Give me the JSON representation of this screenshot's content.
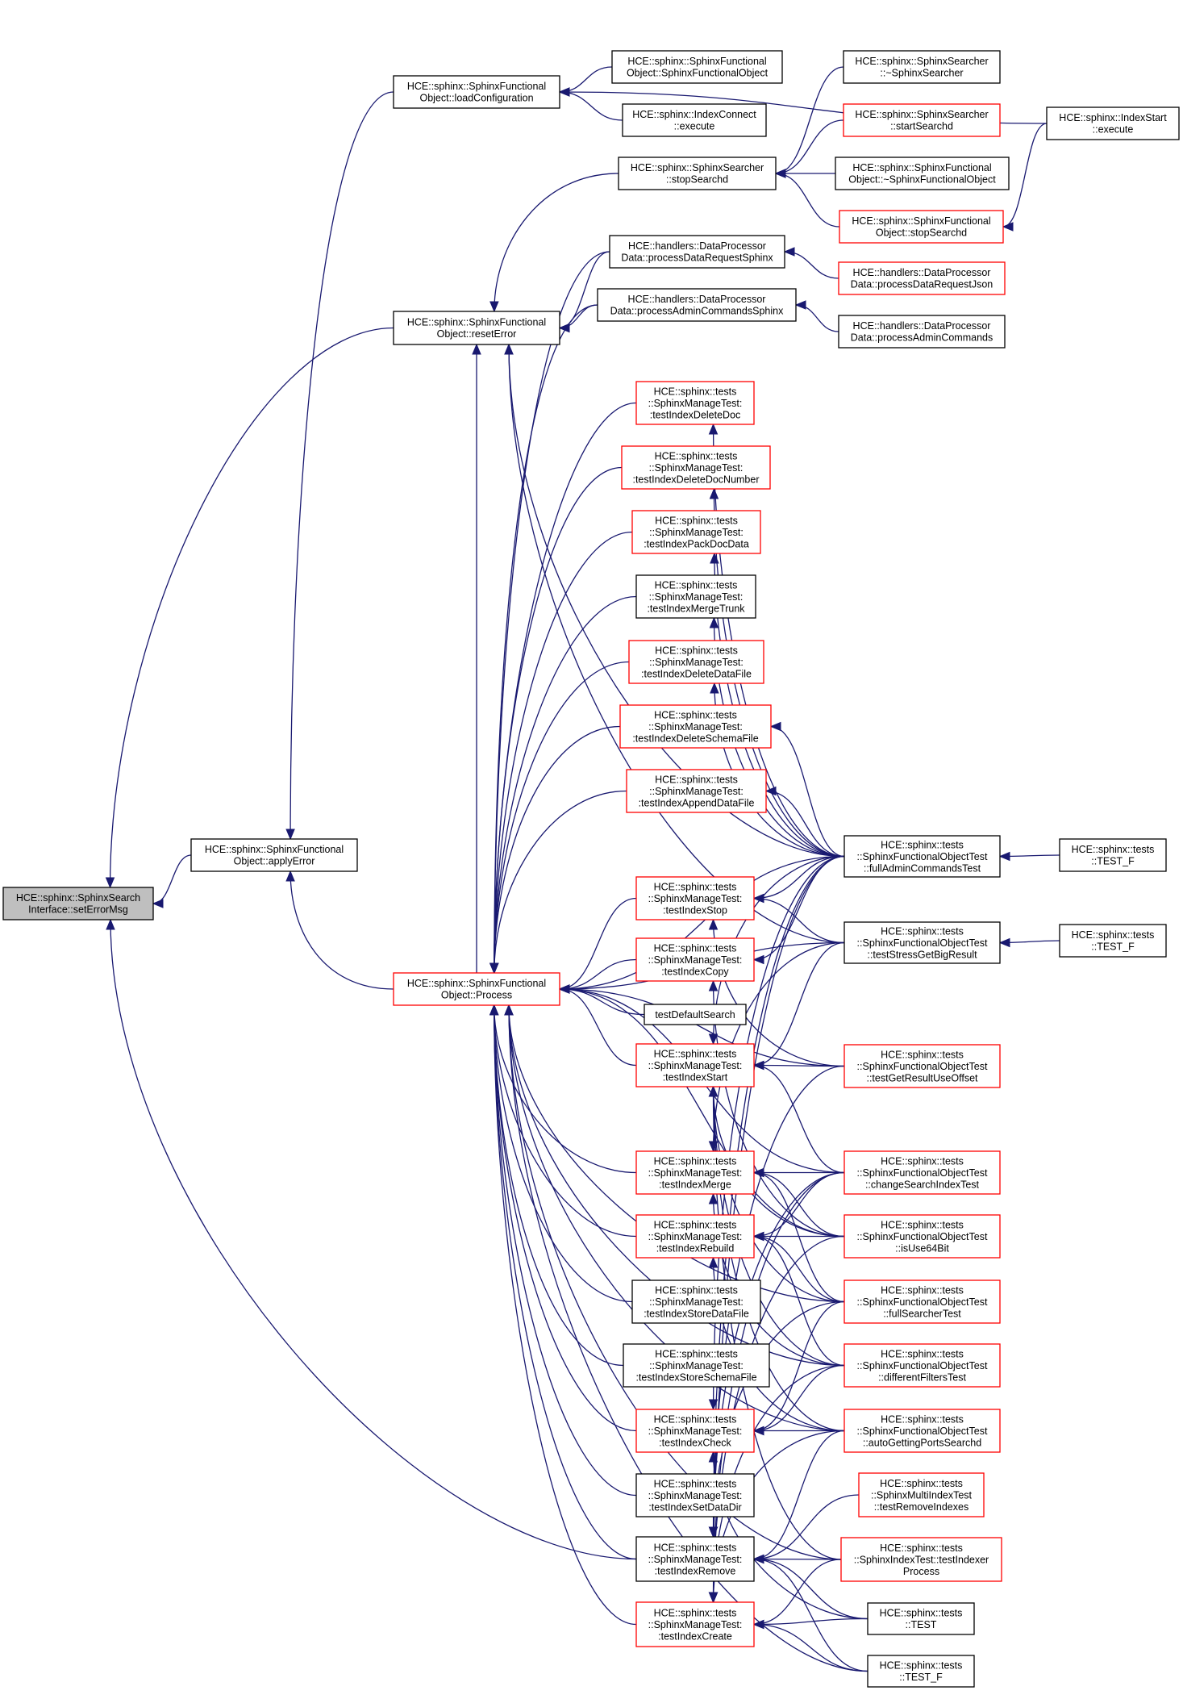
{
  "diagram": {
    "type": "doxygen-caller-graph",
    "colors": {
      "edge": "#191970",
      "border_default": "#000000",
      "border_truncated": "#ff0000",
      "root_fill": "#bfbfbf"
    },
    "nodes": [
      {
        "id": "setErrorMsg",
        "lines": [
          "HCE::sphinx::SphinxSearch",
          "Interface::setErrorMsg"
        ],
        "style": "root"
      },
      {
        "id": "applyError",
        "lines": [
          "HCE::sphinx::SphinxFunctional",
          "Object::applyError"
        ],
        "style": "normal"
      },
      {
        "id": "loadConfiguration",
        "lines": [
          "HCE::sphinx::SphinxFunctional",
          "Object::loadConfiguration"
        ],
        "style": "normal"
      },
      {
        "id": "resetError",
        "lines": [
          "HCE::sphinx::SphinxFunctional",
          "Object::resetError"
        ],
        "style": "normal"
      },
      {
        "id": "Process",
        "lines": [
          "HCE::sphinx::SphinxFunctional",
          "Object::Process"
        ],
        "style": "red"
      },
      {
        "id": "SFOctor",
        "lines": [
          "HCE::sphinx::SphinxFunctional",
          "Object::SphinxFunctionalObject"
        ],
        "style": "normal"
      },
      {
        "id": "IndexConnect",
        "lines": [
          "HCE::sphinx::IndexConnect",
          "::execute"
        ],
        "style": "normal"
      },
      {
        "id": "SSstopSearchd",
        "lines": [
          "HCE::sphinx::SphinxSearcher",
          "::stopSearchd"
        ],
        "style": "normal"
      },
      {
        "id": "pDRSphinx",
        "lines": [
          "HCE::handlers::DataProcessor",
          "Data::processDataRequestSphinx"
        ],
        "style": "normal"
      },
      {
        "id": "pACSphinx",
        "lines": [
          "HCE::handlers::DataProcessor",
          "Data::processAdminCommandsSphinx"
        ],
        "style": "normal"
      },
      {
        "id": "SSdtor",
        "lines": [
          "HCE::sphinx::SphinxSearcher",
          "::~SphinxSearcher"
        ],
        "style": "normal"
      },
      {
        "id": "startSearchd",
        "lines": [
          "HCE::sphinx::SphinxSearcher",
          "::startSearchd"
        ],
        "style": "red"
      },
      {
        "id": "SFOdtor",
        "lines": [
          "HCE::sphinx::SphinxFunctional",
          "Object::~SphinxFunctionalObject"
        ],
        "style": "normal"
      },
      {
        "id": "FOstopSearchd",
        "lines": [
          "HCE::sphinx::SphinxFunctional",
          "Object::stopSearchd"
        ],
        "style": "red"
      },
      {
        "id": "pDRJson",
        "lines": [
          "HCE::handlers::DataProcessor",
          "Data::processDataRequestJson"
        ],
        "style": "red"
      },
      {
        "id": "pAdminCmds",
        "lines": [
          "HCE::handlers::DataProcessor",
          "Data::processAdminCommands"
        ],
        "style": "normal"
      },
      {
        "id": "IndexStart",
        "lines": [
          "HCE::sphinx::IndexStart",
          "::execute"
        ],
        "style": "normal"
      },
      {
        "id": "tDeleteDoc",
        "lines": [
          "HCE::sphinx::tests",
          "::SphinxManageTest:",
          ":testIndexDeleteDoc"
        ],
        "style": "red"
      },
      {
        "id": "tDeleteDocNumber",
        "lines": [
          "HCE::sphinx::tests",
          "::SphinxManageTest:",
          ":testIndexDeleteDocNumber"
        ],
        "style": "red"
      },
      {
        "id": "tPackDocData",
        "lines": [
          "HCE::sphinx::tests",
          "::SphinxManageTest:",
          ":testIndexPackDocData"
        ],
        "style": "red"
      },
      {
        "id": "tMergeTrunk",
        "lines": [
          "HCE::sphinx::tests",
          "::SphinxManageTest:",
          ":testIndexMergeTrunk"
        ],
        "style": "normal"
      },
      {
        "id": "tDeleteDataFile",
        "lines": [
          "HCE::sphinx::tests",
          "::SphinxManageTest:",
          ":testIndexDeleteDataFile"
        ],
        "style": "red"
      },
      {
        "id": "tDeleteSchemaFile",
        "lines": [
          "HCE::sphinx::tests",
          "::SphinxManageTest:",
          ":testIndexDeleteSchemaFile"
        ],
        "style": "red"
      },
      {
        "id": "tAppendDataFile",
        "lines": [
          "HCE::sphinx::tests",
          "::SphinxManageTest:",
          ":testIndexAppendDataFile"
        ],
        "style": "red"
      },
      {
        "id": "tStop",
        "lines": [
          "HCE::sphinx::tests",
          "::SphinxManageTest:",
          ":testIndexStop"
        ],
        "style": "red"
      },
      {
        "id": "tCopy",
        "lines": [
          "HCE::sphinx::tests",
          "::SphinxManageTest:",
          ":testIndexCopy"
        ],
        "style": "red"
      },
      {
        "id": "tDefaultSearch",
        "lines": [
          "testDefaultSearch"
        ],
        "style": "normal"
      },
      {
        "id": "tStart",
        "lines": [
          "HCE::sphinx::tests",
          "::SphinxManageTest:",
          ":testIndexStart"
        ],
        "style": "red"
      },
      {
        "id": "tMerge",
        "lines": [
          "HCE::sphinx::tests",
          "::SphinxManageTest:",
          ":testIndexMerge"
        ],
        "style": "red"
      },
      {
        "id": "tRebuild",
        "lines": [
          "HCE::sphinx::tests",
          "::SphinxManageTest:",
          ":testIndexRebuild"
        ],
        "style": "red"
      },
      {
        "id": "tStoreDataFile",
        "lines": [
          "HCE::sphinx::tests",
          "::SphinxManageTest:",
          ":testIndexStoreDataFile"
        ],
        "style": "normal"
      },
      {
        "id": "tStoreSchemaFile",
        "lines": [
          "HCE::sphinx::tests",
          "::SphinxManageTest:",
          ":testIndexStoreSchemaFile"
        ],
        "style": "normal"
      },
      {
        "id": "tCheck",
        "lines": [
          "HCE::sphinx::tests",
          "::SphinxManageTest:",
          ":testIndexCheck"
        ],
        "style": "red"
      },
      {
        "id": "tSetDataDir",
        "lines": [
          "HCE::sphinx::tests",
          "::SphinxManageTest:",
          ":testIndexSetDataDir"
        ],
        "style": "normal"
      },
      {
        "id": "tRemove",
        "lines": [
          "HCE::sphinx::tests",
          "::SphinxManageTest:",
          ":testIndexRemove"
        ],
        "style": "normal"
      },
      {
        "id": "tCreate",
        "lines": [
          "HCE::sphinx::tests",
          "::SphinxManageTest:",
          ":testIndexCreate"
        ],
        "style": "red"
      },
      {
        "id": "fullAdmin",
        "lines": [
          "HCE::sphinx::tests",
          "::SphinxFunctionalObjectTest",
          "::fullAdminCommandsTest"
        ],
        "style": "normal"
      },
      {
        "id": "stressBig",
        "lines": [
          "HCE::sphinx::tests",
          "::SphinxFunctionalObjectTest",
          "::testStressGetBigResult"
        ],
        "style": "normal"
      },
      {
        "id": "getResultOffset",
        "lines": [
          "HCE::sphinx::tests",
          "::SphinxFunctionalObjectTest",
          "::testGetResultUseOffset"
        ],
        "style": "red"
      },
      {
        "id": "changeSearchIndex",
        "lines": [
          "HCE::sphinx::tests",
          "::SphinxFunctionalObjectTest",
          "::changeSearchIndexTest"
        ],
        "style": "red"
      },
      {
        "id": "isUse64Bit",
        "lines": [
          "HCE::sphinx::tests",
          "::SphinxFunctionalObjectTest",
          "::isUse64Bit"
        ],
        "style": "red"
      },
      {
        "id": "fullSearcher",
        "lines": [
          "HCE::sphinx::tests",
          "::SphinxFunctionalObjectTest",
          "::fullSearcherTest"
        ],
        "style": "red"
      },
      {
        "id": "differentFilters",
        "lines": [
          "HCE::sphinx::tests",
          "::SphinxFunctionalObjectTest",
          "::differentFiltersTest"
        ],
        "style": "red"
      },
      {
        "id": "autoPorts",
        "lines": [
          "HCE::sphinx::tests",
          "::SphinxFunctionalObjectTest",
          "::autoGettingPortsSearchd"
        ],
        "style": "red"
      },
      {
        "id": "removeIndexes",
        "lines": [
          "HCE::sphinx::tests",
          "::SphinxMultiIndexTest",
          "::testRemoveIndexes"
        ],
        "style": "red"
      },
      {
        "id": "indexerProcess",
        "lines": [
          "HCE::sphinx::tests",
          "::SphinxIndexTest::testIndexer",
          "Process"
        ],
        "style": "red"
      },
      {
        "id": "TEST",
        "lines": [
          "HCE::sphinx::tests",
          "::TEST"
        ],
        "style": "normal"
      },
      {
        "id": "TEST_F_bottom",
        "lines": [
          "HCE::sphinx::tests",
          "::TEST_F"
        ],
        "style": "normal"
      },
      {
        "id": "TEST_F_1",
        "lines": [
          "HCE::sphinx::tests",
          "::TEST_F"
        ],
        "style": "normal"
      },
      {
        "id": "TEST_F_2",
        "lines": [
          "HCE::sphinx::tests",
          "::TEST_F"
        ],
        "style": "normal"
      }
    ],
    "edges": [
      [
        "applyError",
        "setErrorMsg"
      ],
      [
        "resetError",
        "setErrorMsg"
      ],
      [
        "tRemove",
        "setErrorMsg"
      ],
      [
        "loadConfiguration",
        "applyError"
      ],
      [
        "Process",
        "applyError"
      ],
      [
        "IndexStart",
        "loadConfiguration"
      ],
      [
        "SFOctor",
        "loadConfiguration"
      ],
      [
        "IndexConnect",
        "loadConfiguration"
      ],
      [
        "SSstopSearchd",
        "resetError"
      ],
      [
        "pDRSphinx",
        "resetError"
      ],
      [
        "pACSphinx",
        "resetError"
      ],
      [
        "fullAdmin",
        "resetError"
      ],
      [
        "stressBig",
        "resetError"
      ],
      [
        "Process",
        "resetError"
      ],
      [
        "SSdtor",
        "SSstopSearchd"
      ],
      [
        "startSearchd",
        "SSstopSearchd"
      ],
      [
        "SFOdtor",
        "SSstopSearchd"
      ],
      [
        "FOstopSearchd",
        "SSstopSearchd"
      ],
      [
        "IndexStart",
        "FOstopSearchd"
      ],
      [
        "pDRJson",
        "pDRSphinx"
      ],
      [
        "pAdminCmds",
        "pACSphinx"
      ],
      [
        "pDRSphinx",
        "Process"
      ],
      [
        "pACSphinx",
        "Process"
      ],
      [
        "tDeleteDoc",
        "Process"
      ],
      [
        "tDeleteDocNumber",
        "Process"
      ],
      [
        "tPackDocData",
        "Process"
      ],
      [
        "tMergeTrunk",
        "Process"
      ],
      [
        "tDeleteDataFile",
        "Process"
      ],
      [
        "tDeleteSchemaFile",
        "Process"
      ],
      [
        "tAppendDataFile",
        "Process"
      ],
      [
        "tStop",
        "Process"
      ],
      [
        "tCopy",
        "Process"
      ],
      [
        "tDefaultSearch",
        "Process"
      ],
      [
        "tStart",
        "Process"
      ],
      [
        "tMerge",
        "Process"
      ],
      [
        "tRebuild",
        "Process"
      ],
      [
        "tStoreDataFile",
        "Process"
      ],
      [
        "tStoreSchemaFile",
        "Process"
      ],
      [
        "tCheck",
        "Process"
      ],
      [
        "tSetDataDir",
        "Process"
      ],
      [
        "tRemove",
        "Process"
      ],
      [
        "tCreate",
        "Process"
      ],
      [
        "fullAdmin",
        "Process"
      ],
      [
        "stressBig",
        "Process"
      ],
      [
        "getResultOffset",
        "Process"
      ],
      [
        "changeSearchIndex",
        "Process"
      ],
      [
        "isUse64Bit",
        "Process"
      ],
      [
        "fullSearcher",
        "Process"
      ],
      [
        "differentFilters",
        "Process"
      ],
      [
        "autoPorts",
        "Process"
      ],
      [
        "indexerProcess",
        "Process"
      ],
      [
        "fullAdmin",
        "tDeleteDoc"
      ],
      [
        "fullAdmin",
        "tDeleteDocNumber"
      ],
      [
        "fullAdmin",
        "tPackDocData"
      ],
      [
        "fullAdmin",
        "tMergeTrunk"
      ],
      [
        "fullAdmin",
        "tDeleteDataFile"
      ],
      [
        "fullAdmin",
        "tDeleteSchemaFile"
      ],
      [
        "fullAdmin",
        "tAppendDataFile"
      ],
      [
        "fullAdmin",
        "tStop"
      ],
      [
        "stressBig",
        "tStop"
      ],
      [
        "getResultOffset",
        "tStop"
      ],
      [
        "fullAdmin",
        "tCopy"
      ],
      [
        "isUse64Bit",
        "tCopy"
      ],
      [
        "fullAdmin",
        "tStart"
      ],
      [
        "stressBig",
        "tStart"
      ],
      [
        "getResultOffset",
        "tStart"
      ],
      [
        "changeSearchIndex",
        "tStart"
      ],
      [
        "isUse64Bit",
        "tStart"
      ],
      [
        "fullSearcher",
        "tStart"
      ],
      [
        "differentFilters",
        "tStart"
      ],
      [
        "autoPorts",
        "tStart"
      ],
      [
        "indexerProcess",
        "tStart"
      ],
      [
        "stressBig",
        "tMerge"
      ],
      [
        "changeSearchIndex",
        "tMerge"
      ],
      [
        "isUse64Bit",
        "tMerge"
      ],
      [
        "fullSearcher",
        "tMerge"
      ],
      [
        "differentFilters",
        "tMerge"
      ],
      [
        "changeSearchIndex",
        "tRebuild"
      ],
      [
        "isUse64Bit",
        "tRebuild"
      ],
      [
        "fullSearcher",
        "tRebuild"
      ],
      [
        "differentFilters",
        "tRebuild"
      ],
      [
        "autoPorts",
        "tRebuild"
      ],
      [
        "fullAdmin",
        "tCheck"
      ],
      [
        "fullSearcher",
        "tCheck"
      ],
      [
        "differentFilters",
        "tCheck"
      ],
      [
        "autoPorts",
        "tCheck"
      ],
      [
        "TEST",
        "tCheck"
      ],
      [
        "fullAdmin",
        "tRemove"
      ],
      [
        "getResultOffset",
        "tRemove"
      ],
      [
        "changeSearchIndex",
        "tRemove"
      ],
      [
        "fullSearcher",
        "tRemove"
      ],
      [
        "autoPorts",
        "tRemove"
      ],
      [
        "removeIndexes",
        "tRemove"
      ],
      [
        "indexerProcess",
        "tRemove"
      ],
      [
        "TEST",
        "tRemove"
      ],
      [
        "TEST_F_bottom",
        "tRemove"
      ],
      [
        "fullAdmin",
        "tCreate"
      ],
      [
        "changeSearchIndex",
        "tCreate"
      ],
      [
        "isUse64Bit",
        "tCreate"
      ],
      [
        "differentFilters",
        "tCreate"
      ],
      [
        "autoPorts",
        "tCreate"
      ],
      [
        "indexerProcess",
        "tCreate"
      ],
      [
        "TEST",
        "tCreate"
      ],
      [
        "TEST_F_bottom",
        "tCreate"
      ],
      [
        "TEST_F_bottom",
        "Process"
      ],
      [
        "TEST_F_1",
        "fullAdmin"
      ],
      [
        "TEST_F_2",
        "stressBig"
      ]
    ]
  }
}
